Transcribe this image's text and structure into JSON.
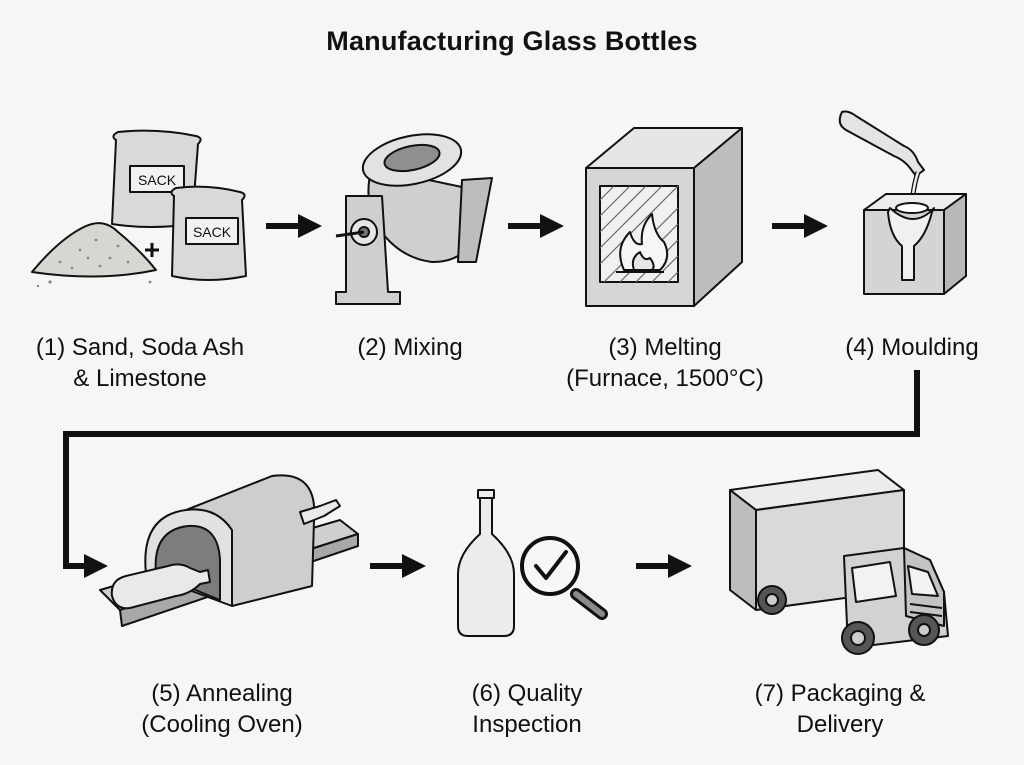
{
  "title": "Manufacturing Glass Bottles",
  "steps": [
    {
      "line1": "(1) Sand, Soda Ash",
      "line2": "& Limestone",
      "icon": "sand-and-sacks-icon"
    },
    {
      "line1": "(2) Mixing",
      "line2": "",
      "icon": "mixer-icon"
    },
    {
      "line1": "(3) Melting",
      "line2": "(Furnace, 1500°C)",
      "icon": "furnace-icon"
    },
    {
      "line1": "(4) Moulding",
      "line2": "",
      "icon": "mould-icon"
    },
    {
      "line1": "(5) Annealing",
      "line2": "(Cooling Oven)",
      "icon": "annealing-oven-icon"
    },
    {
      "line1": "(6) Quality",
      "line2": "Inspection",
      "icon": "bottle-inspection-icon"
    },
    {
      "line1": "(7) Packaging &",
      "line2": "Delivery",
      "icon": "delivery-truck-icon"
    }
  ],
  "sack_label": "SACK",
  "colors": {
    "stroke": "#111111",
    "fill": "#d9d9d9",
    "fill_light": "#ececec",
    "fill_dark": "#9a9a9a"
  }
}
